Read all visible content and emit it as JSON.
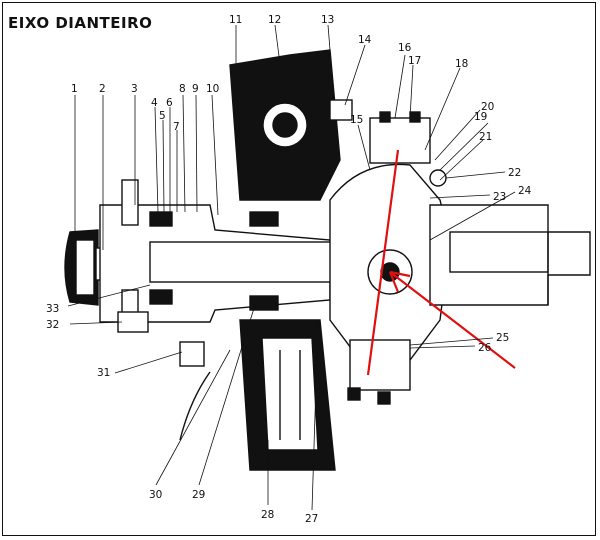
{
  "title": "EIXO DIANTEIRO",
  "labels": {
    "l1": "1",
    "l2": "2",
    "l3": "3",
    "l4": "4",
    "l5": "5",
    "l6": "6",
    "l7": "7",
    "l8": "8",
    "l9": "9",
    "l10": "10",
    "l11": "11",
    "l12": "12",
    "l13": "13",
    "l14": "14",
    "l15": "15",
    "l16": "16",
    "l17": "17",
    "l18": "18",
    "l19": "19",
    "l20": "20",
    "l21": "21",
    "l22": "22",
    "l23": "23",
    "l24": "24",
    "l25": "25",
    "l26": "26",
    "l27": "27",
    "l28": "28",
    "l29": "29",
    "l30": "30",
    "l31": "31",
    "l32": "32",
    "l33": "33"
  },
  "colors": {
    "ink": "#111111",
    "annotation": "#e01010",
    "paper": "#ffffff"
  }
}
